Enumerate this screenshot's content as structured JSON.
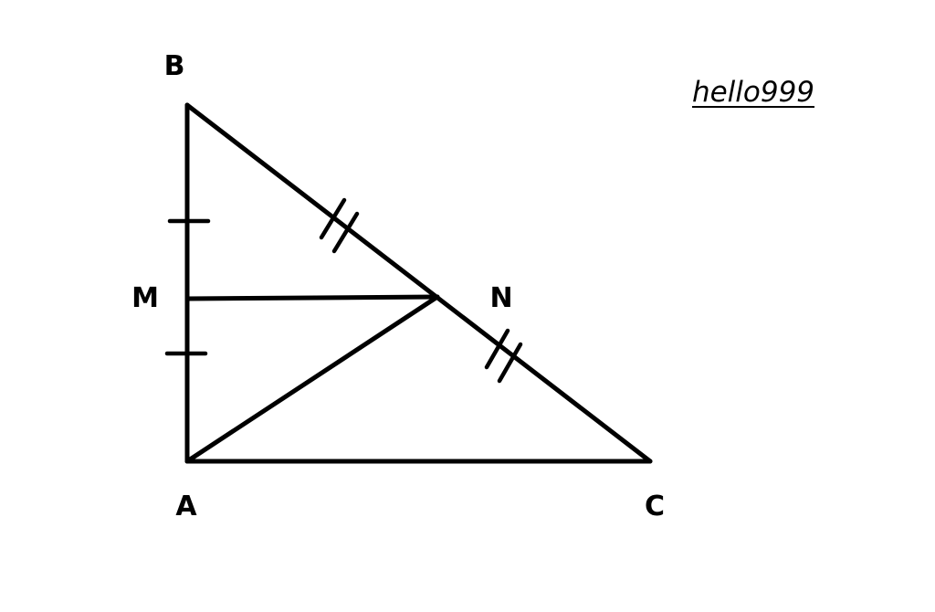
{
  "diagram": {
    "vertices": {
      "A": "A",
      "B": "B",
      "C": "C",
      "M": "M",
      "N": "N"
    },
    "segments": [
      "AB",
      "BC",
      "CA",
      "MN",
      "AN"
    ],
    "equal_marks": {
      "BM_MA": "single tick",
      "BN_NC": "double tick"
    },
    "line_color": "#000000"
  },
  "watermark": {
    "text": "hello999"
  }
}
